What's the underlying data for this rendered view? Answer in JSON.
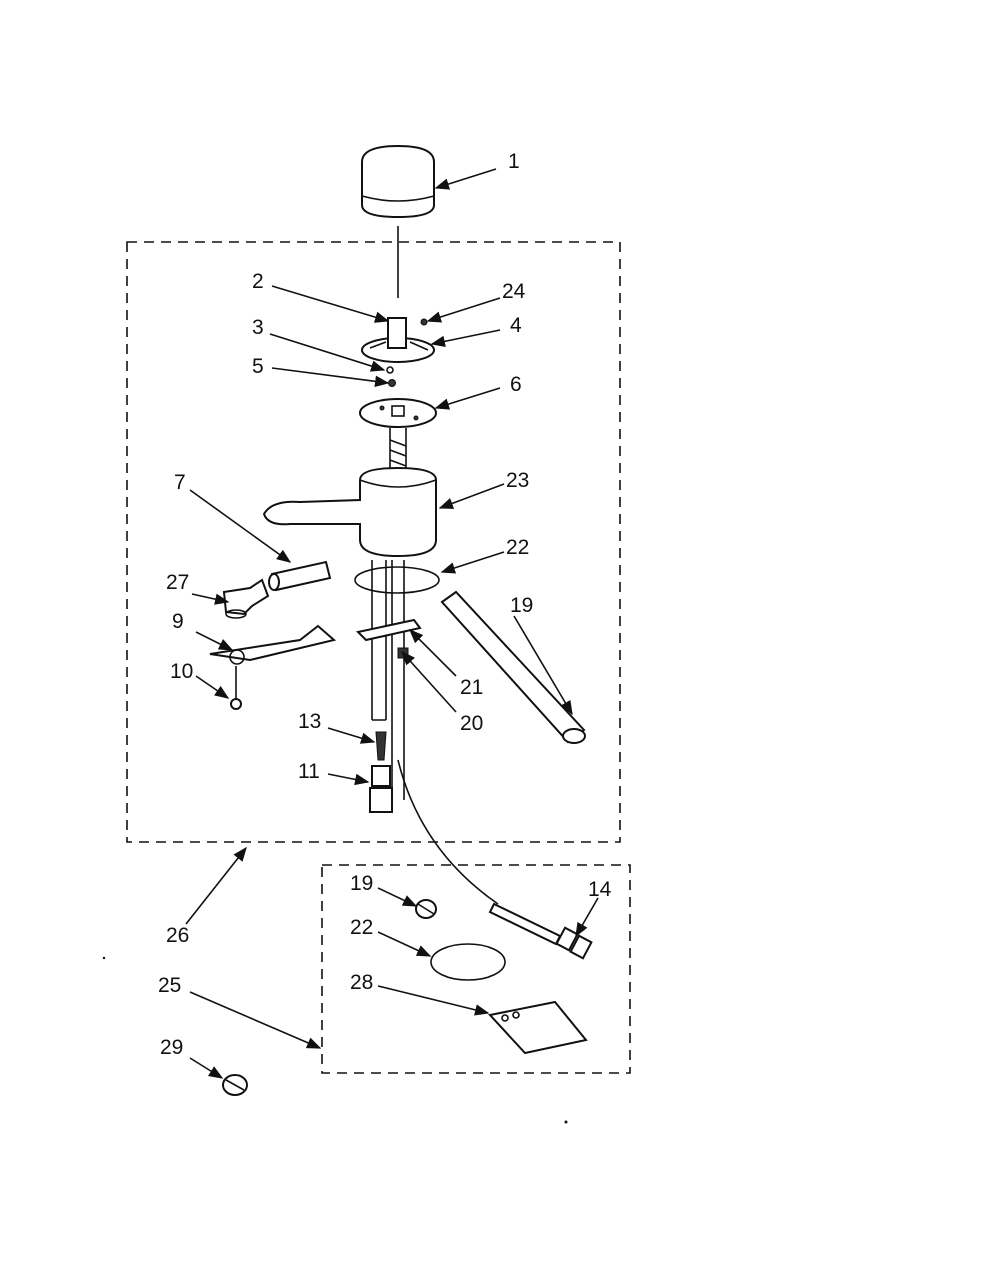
{
  "diagram": {
    "callouts": {
      "p1": "1",
      "p2": "2",
      "p3": "3",
      "p4": "4",
      "p5": "5",
      "p6": "6",
      "p7": "7",
      "p9": "9",
      "p10": "10",
      "p11": "11",
      "p13": "13",
      "p14": "14",
      "p19a": "19",
      "p19b": "19",
      "p20": "20",
      "p21": "21",
      "p22a": "22",
      "p22b": "22",
      "p23": "23",
      "p24": "24",
      "p25": "25",
      "p26": "26",
      "p27": "27",
      "p28": "28",
      "p29": "29"
    }
  }
}
